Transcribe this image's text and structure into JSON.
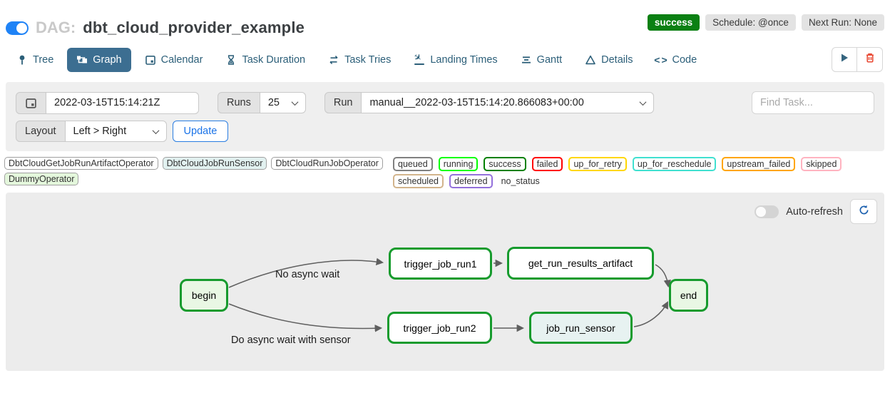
{
  "header": {
    "dag_prefix": "DAG:",
    "dag_title": "dbt_cloud_provider_example",
    "status_badge": "success",
    "schedule_badge": "Schedule: @once",
    "next_run_badge": "Next Run: None"
  },
  "tabs": [
    {
      "label": "Tree"
    },
    {
      "label": "Graph",
      "active": true
    },
    {
      "label": "Calendar"
    },
    {
      "label": "Task Duration"
    },
    {
      "label": "Task Tries"
    },
    {
      "label": "Landing Times"
    },
    {
      "label": "Gantt"
    },
    {
      "label": "Details"
    },
    {
      "label": "Code"
    }
  ],
  "filters": {
    "base_date_value": "2022-03-15T15:14:21Z",
    "runs_label": "Runs",
    "runs_value": "25",
    "run_label": "Run",
    "run_value": "manual__2022-03-15T15:14:20.866083+00:00",
    "find_task_placeholder": "Find Task...",
    "layout_label": "Layout",
    "layout_value": "Left > Right",
    "update_button": "Update"
  },
  "operator_legend": [
    {
      "label": "DbtCloudGetJobRunArtifactOperator",
      "bg": "#ffffff",
      "border": "#a0a0a0"
    },
    {
      "label": "DbtCloudJobRunSensor",
      "bg": "#e2f1f0",
      "border": "#a0a0a0"
    },
    {
      "label": "DbtCloudRunJobOperator",
      "bg": "#ffffff",
      "border": "#a0a0a0"
    },
    {
      "label": "DummyOperator",
      "bg": "#e4f7dc",
      "border": "#a0a0a0"
    }
  ],
  "status_legend": [
    {
      "label": "queued",
      "color": "#808080"
    },
    {
      "label": "running",
      "color": "#00ff00"
    },
    {
      "label": "success",
      "color": "#008000"
    },
    {
      "label": "failed",
      "color": "#ff0000"
    },
    {
      "label": "up_for_retry",
      "color": "#ffd700"
    },
    {
      "label": "up_for_reschedule",
      "color": "#40e0d0"
    },
    {
      "label": "upstream_failed",
      "color": "#ffa500"
    },
    {
      "label": "skipped",
      "color": "#ffb3c0"
    },
    {
      "label": "scheduled",
      "color": "#d2b48c"
    },
    {
      "label": "deferred",
      "color": "#9370db"
    },
    {
      "label": "no_status",
      "color": null
    }
  ],
  "graph": {
    "auto_refresh_label": "Auto-refresh",
    "nodes": [
      {
        "id": "begin",
        "label": "begin",
        "fill": "#e9f7e4",
        "border": "#169b2d"
      },
      {
        "id": "trigger_job_run1",
        "label": "trigger_job_run1",
        "fill": "#ffffff",
        "border": "#169b2d"
      },
      {
        "id": "get_run_results_artifact",
        "label": "get_run_results_artifact",
        "fill": "#ffffff",
        "border": "#169b2d"
      },
      {
        "id": "end",
        "label": "end",
        "fill": "#e9f7e4",
        "border": "#169b2d"
      },
      {
        "id": "trigger_job_run2",
        "label": "trigger_job_run2",
        "fill": "#ffffff",
        "border": "#169b2d"
      },
      {
        "id": "job_run_sensor",
        "label": "job_run_sensor",
        "fill": "#e7f2f1",
        "border": "#169b2d"
      }
    ],
    "edge_labels": [
      {
        "text": "No async wait"
      },
      {
        "text": "Do async wait with sensor"
      }
    ]
  }
}
